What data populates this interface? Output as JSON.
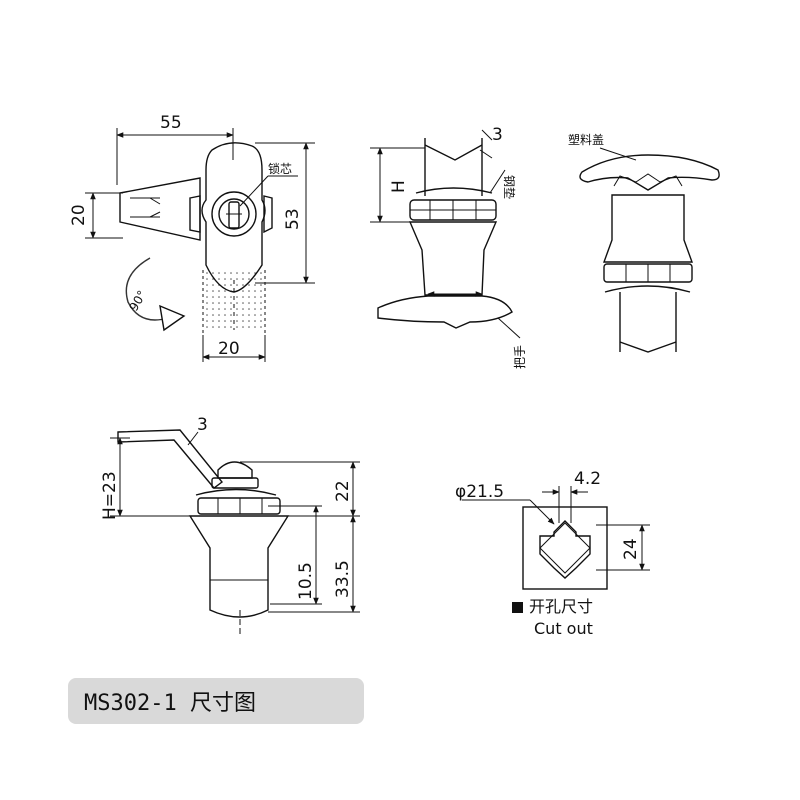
{
  "title": "MS302-1 尺寸图",
  "front_view": {
    "width_label": "55",
    "height_label": "53",
    "left_label": "20",
    "bottom_label": "20",
    "rotation_label": "90°",
    "core_label": "锁芯"
  },
  "side_view": {
    "h_label": "H",
    "thickness_label": "3",
    "washer_label": "钢垫",
    "handle_label": "把手"
  },
  "cover_view": {
    "cover_label": "塑料盖"
  },
  "section_view": {
    "thickness_label": "3",
    "h_label": "H=23",
    "dim_22": "22",
    "dim_10_5": "10.5",
    "dim_33_5": "33.5"
  },
  "cutout": {
    "diameter_label": "φ21.5",
    "flat_label": "4.2",
    "height_label": "24",
    "legend_cn": "开孔尺寸",
    "legend_en": "Cut out"
  }
}
